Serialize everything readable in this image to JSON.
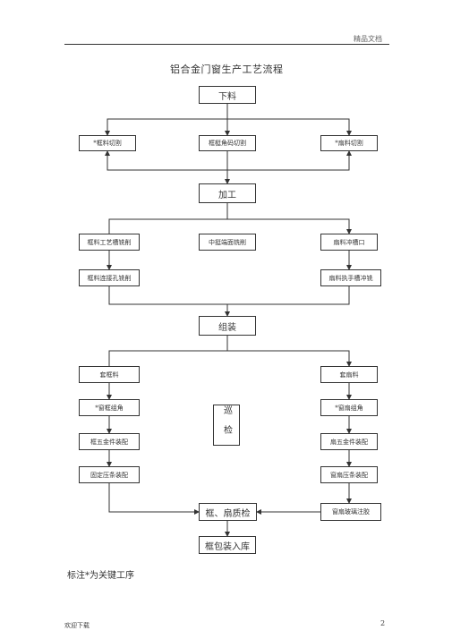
{
  "header": {
    "right_text": "精品文档"
  },
  "title": "铝合金门窗生产工艺流程",
  "nodes": {
    "blanking": "下料",
    "frame_cut": "*框料切割",
    "mullion_cut": "框梃角码切割",
    "sash_cut": "*扇料切割",
    "machining": "加工",
    "frame_groove": "框料工艺槽铣削",
    "mid_mullion_mill": "中挺端面铣削",
    "sash_punch": "扇料冲槽口",
    "frame_hole_mill": "框料连接孔铣削",
    "sash_handle_mill": "扇料执手槽冲铣",
    "assembly": "组装",
    "frame_set": "套框料",
    "sash_set": "套扇料",
    "frame_corner": "*窗框组角",
    "sash_corner": "*窗扇组角",
    "frame_hardware": "框五金件装配",
    "sash_hardware": "扇五金件装配",
    "fixed_bead": "固定压条装配",
    "sash_bead": "窗扇压条装配",
    "sash_glazing": "窗扇玻璃注胶",
    "inspect_patrol": "巡检",
    "quality_check": "框、扇质检",
    "packing": "框包装入库"
  },
  "note": "标注*为关键工序",
  "footer": {
    "left": "欢迎下载",
    "page_number": "2"
  }
}
